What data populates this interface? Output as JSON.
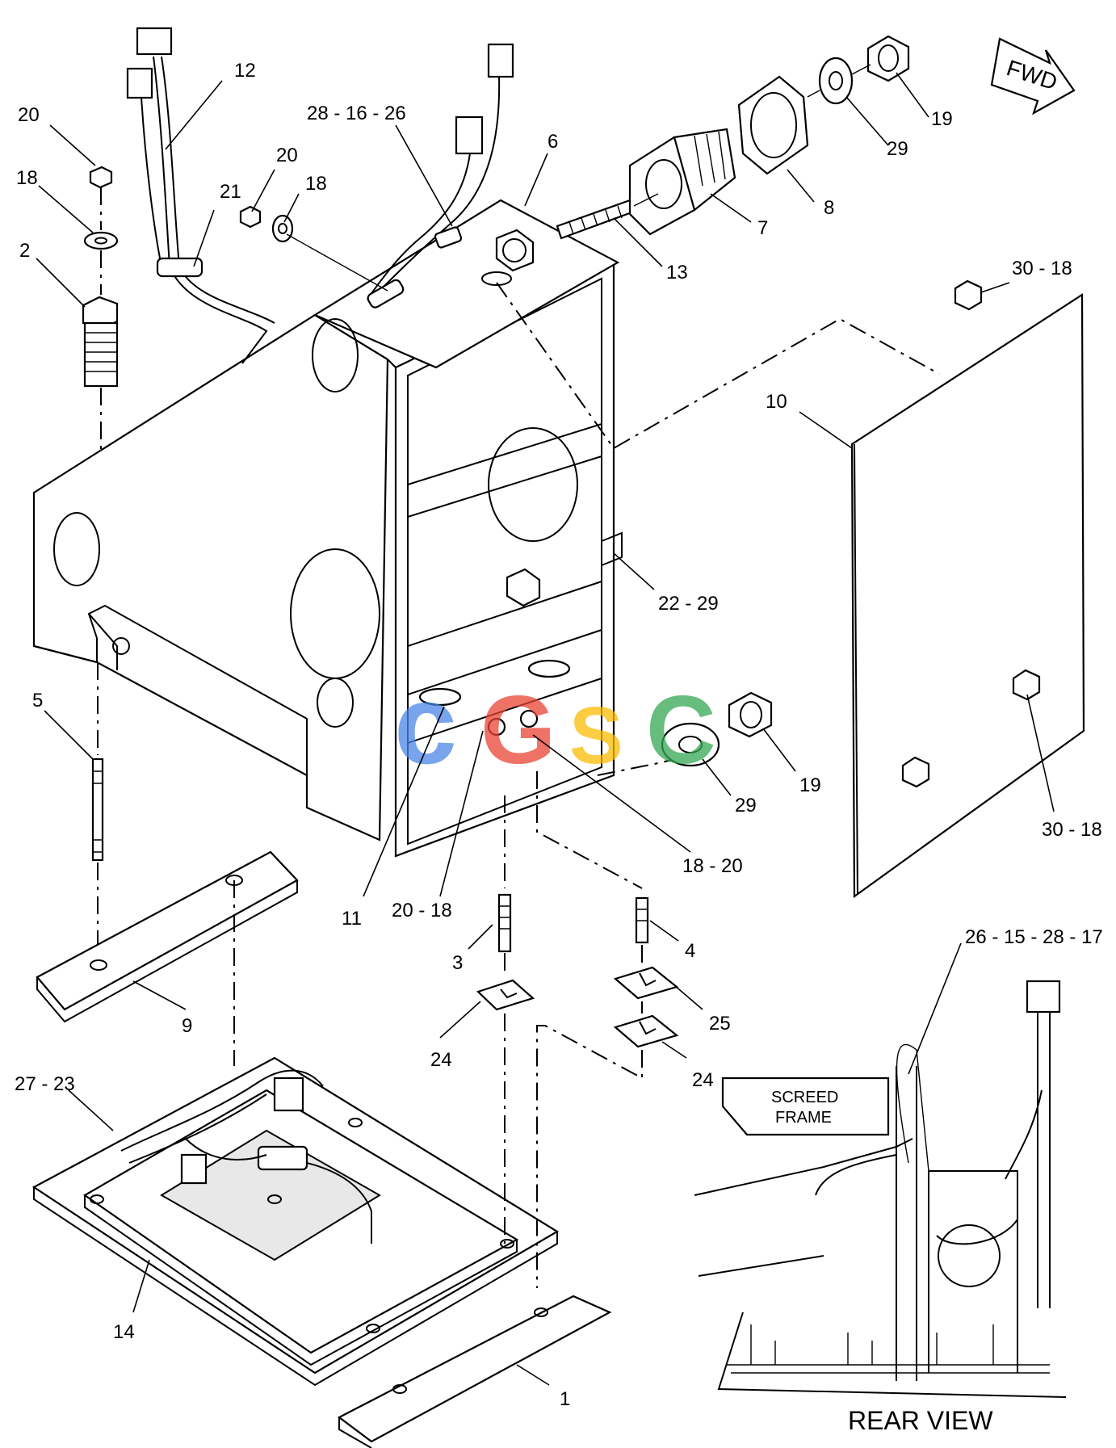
{
  "callouts": {
    "c20a": "20",
    "c18a": "18",
    "c2": "2",
    "c12": "12",
    "c21": "21",
    "c20b": "20",
    "c18b": "18",
    "c28_16_26": "28 - 16 - 26",
    "c6": "6",
    "c13": "13",
    "c7": "7",
    "c8": "8",
    "c29a": "29",
    "c19a": "19",
    "c30_18a": "30 - 18",
    "c10": "10",
    "c22_29": "22 - 29",
    "c5": "5",
    "c29b": "29",
    "c19b": "19",
    "c30_18b": "30 - 18",
    "c18_20": "18 - 20",
    "c11": "11",
    "c20_18": "20 - 18",
    "c3": "3",
    "c4": "4",
    "c9": "9",
    "c25": "25",
    "c24a": "24",
    "c24b": "24",
    "c27_23": "27 - 23",
    "c26_15_28_17": "26 - 15 - 28 - 17",
    "c14": "14",
    "c1": "1"
  },
  "fwd_label": "FWD",
  "rear_view": {
    "title": "REAR VIEW",
    "note_line1": "SCREED",
    "note_line2": "FRAME"
  },
  "watermark": {
    "letters": [
      "c",
      "G",
      "S",
      "C"
    ],
    "colors": [
      "#4a86e8",
      "#ea4335",
      "#fbbc04",
      "#34a853"
    ]
  }
}
